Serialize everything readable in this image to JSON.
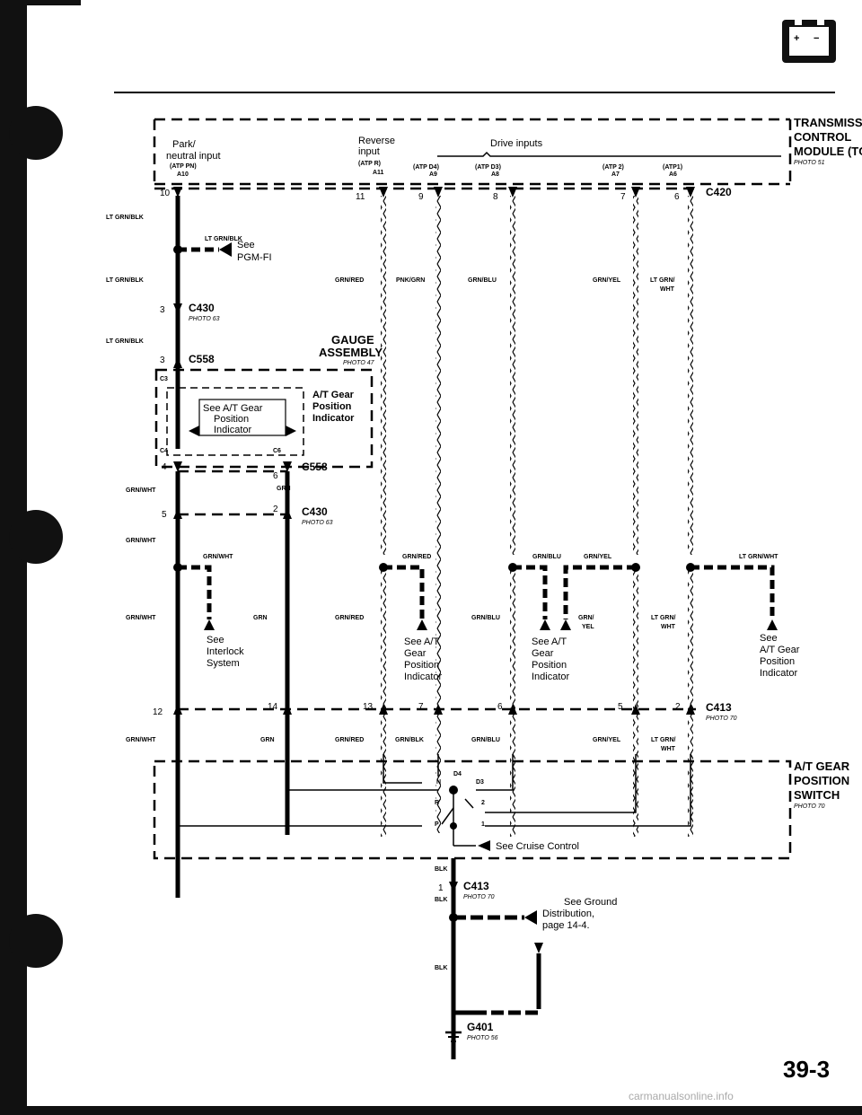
{
  "page_number": "39-3",
  "watermark": "carmanualsonline.info",
  "tcm": {
    "title_lines": [
      "TRANSMISSION",
      "CONTROL",
      "MODULE (TCM)"
    ],
    "photo": "PHOTO 51",
    "park_neutral": [
      "Park/",
      "neutral input"
    ],
    "park_neutral_sub": "(ATP PN)",
    "park_neutral_pin": "A10",
    "reverse": [
      "Reverse",
      "input"
    ],
    "reverse_sub": "(ATP R)",
    "reverse_pin": "A11",
    "drive_inputs": "Drive inputs",
    "drive_subs": [
      {
        "sub": "(ATP D4)",
        "pin": "A9"
      },
      {
        "sub": "(ATP D3)",
        "pin": "A8"
      },
      {
        "sub": "(ATP 2)",
        "pin": "A7"
      },
      {
        "sub": "(ATP1)",
        "pin": "A6"
      }
    ],
    "connector": "C420",
    "pins": [
      "10",
      "11",
      "9",
      "8",
      "7",
      "6"
    ]
  },
  "wires": {
    "ltgrnblk": "LT GRN/BLK",
    "grnred": "GRN/RED",
    "pnkgrn": "PNK/GRN",
    "grnblu": "GRN/BLU",
    "grnyel": "GRN/YEL",
    "ltgrnwht": [
      "LT GRN/",
      "WHT"
    ],
    "ltgrnwht_one": "LT GRN/WHT",
    "grnwht": "GRN/WHT",
    "grn": "GRN",
    "grnblk": "GRN/BLK",
    "grnyel_split": [
      "GRN/",
      "YEL"
    ],
    "blk": "BLK"
  },
  "pgmfi": [
    "See",
    "PGM-FI"
  ],
  "c430_a": {
    "pin": "3",
    "name": "C430",
    "photo": "PHOTO 63"
  },
  "gauge": {
    "lines": [
      "GAUGE",
      "ASSEMBLY"
    ],
    "photo": "PHOTO 47"
  },
  "c558_a": {
    "pin": "3",
    "name": "C558"
  },
  "at_indicator": {
    "title": [
      "A/T Gear",
      "Position",
      "Indicator"
    ],
    "see": [
      "See A/T Gear",
      "Position",
      "Indicator"
    ],
    "c3": "C3",
    "c4": "C4",
    "c6": "C6"
  },
  "c558_b": {
    "pin_left": "4",
    "pin_right": "6",
    "name": "C558"
  },
  "c430_b": {
    "pin_left": "5",
    "pin_right": "2",
    "name": "C430",
    "photo": "PHOTO 63"
  },
  "interlock": [
    "See",
    "Interlock",
    "System"
  ],
  "see_at_lines": [
    "See A/T",
    "Gear",
    "Position",
    "Indicator"
  ],
  "see_at_right": [
    "See",
    "A/T Gear",
    "Position",
    "Indicator"
  ],
  "c413": {
    "pins": [
      "12",
      "14",
      "13",
      "7",
      "6",
      "5",
      "2"
    ],
    "name": "C413",
    "photo": "PHOTO 70"
  },
  "switch": {
    "title": [
      "A/T GEAR",
      "POSITION",
      "SWITCH"
    ],
    "photo": "PHOTO 70",
    "positions": [
      "N",
      "D4",
      "D3",
      "R",
      "2",
      "P",
      "1"
    ],
    "cruise": "See Cruise Control"
  },
  "c413_b": {
    "pin": "1",
    "name": "C413",
    "photo": "PHOTO 70"
  },
  "ground": [
    "See Ground",
    "Distribution,",
    "page 14-4."
  ],
  "g401": {
    "name": "G401",
    "photo": "PHOTO 56"
  }
}
